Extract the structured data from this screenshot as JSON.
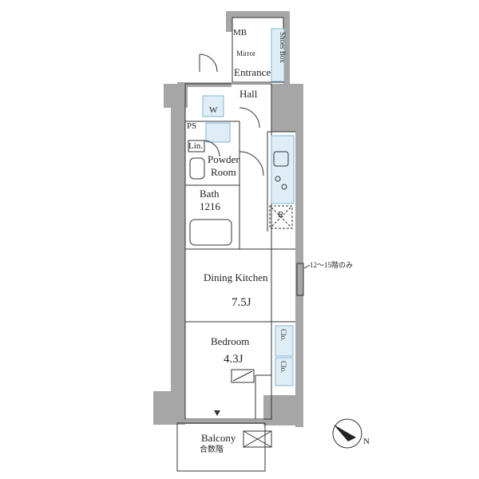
{
  "labels": {
    "mb": "MB",
    "mirror": "Mirror",
    "shoes_box": "Shoes Box",
    "entrance": "Entrance",
    "hall": "Hall",
    "w": "W",
    "ps": "PS",
    "lin": "Lin.",
    "powder_room": "Powder",
    "powder_room_2": "Room",
    "bath": "Bath",
    "bath_size": "1216",
    "r": "R",
    "dining_kitchen": "Dining Kitchen",
    "dining_size": "7.5J",
    "note": "12～15階のみ",
    "bedroom": "Bedroom",
    "bedroom_size": "4.3J",
    "clo_top": "Clo.",
    "clo_bottom": "Clo.",
    "balcony": "Balcony",
    "balcony_note": "合数階",
    "north": "N"
  },
  "colors": {
    "wall": "#a6a6a6",
    "line": "#333333",
    "fixture_fill": "#dfeef6",
    "fixture_stroke": "#7fb6d6"
  }
}
